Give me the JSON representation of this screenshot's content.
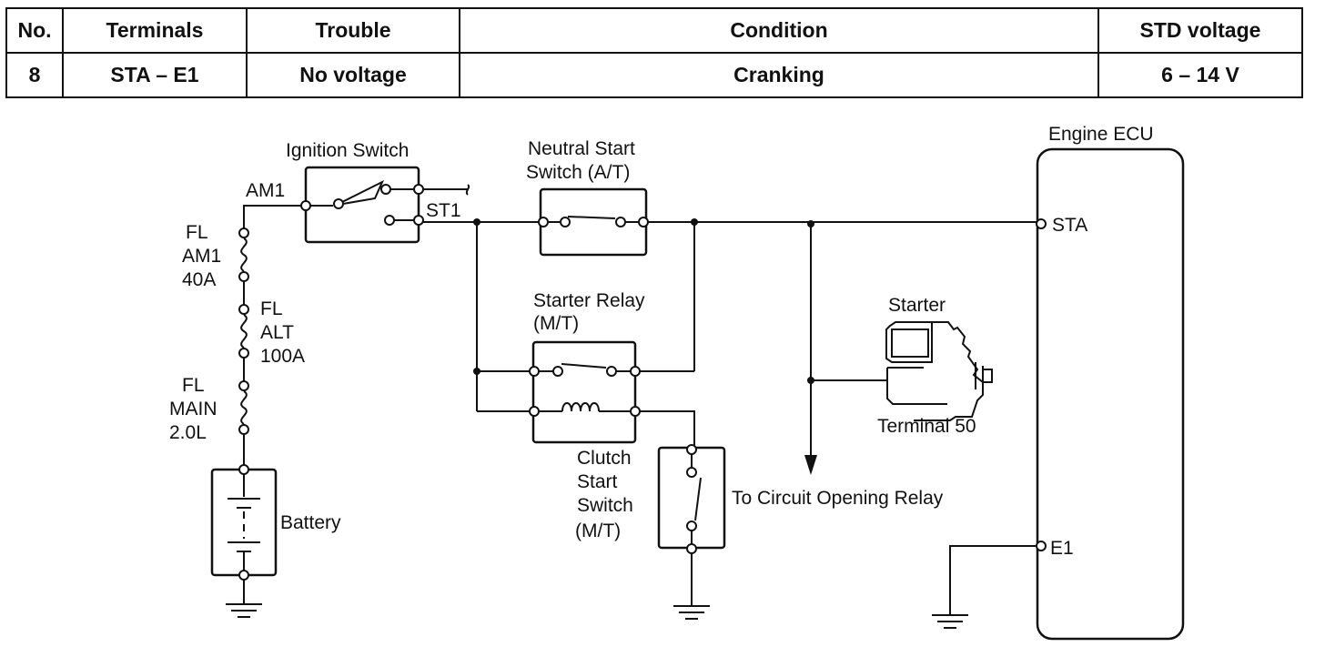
{
  "table": {
    "headers": [
      "No.",
      "Terminals",
      "Trouble",
      "Condition",
      "STD voltage"
    ],
    "row": [
      "8",
      "STA – E1",
      "No voltage",
      "Cranking",
      "6 – 14 V"
    ]
  },
  "diagram": {
    "ignition_switch": "Ignition Switch",
    "am1": "AM1",
    "st1": "ST1",
    "fuse_am1": [
      "FL",
      "AM1",
      "40A"
    ],
    "fuse_alt": [
      "FL",
      "ALT",
      "100A"
    ],
    "fuse_main": [
      "FL",
      "MAIN",
      "2.0L"
    ],
    "battery": "Battery",
    "neutral_start_switch": [
      "Neutral Start",
      "Switch (A/T)"
    ],
    "starter_relay": [
      "Starter Relay",
      "(M/T)"
    ],
    "clutch_start_switch": [
      "Clutch",
      "Start",
      "Switch",
      "(M/T)"
    ],
    "starter": "Starter",
    "terminal_50": "Terminal 50",
    "to_circuit_opening_relay": "To Circuit Opening Relay",
    "engine_ecu": "Engine ECU",
    "sta": "STA",
    "e1": "E1"
  }
}
